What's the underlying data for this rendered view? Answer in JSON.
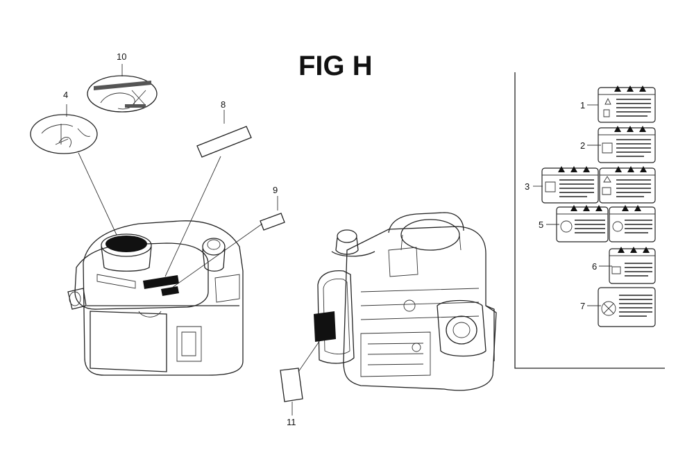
{
  "figure": {
    "title": "FIG H",
    "callouts": [
      "1",
      "2",
      "3",
      "4",
      "5",
      "6",
      "7",
      "8",
      "9",
      "10",
      "11"
    ]
  }
}
